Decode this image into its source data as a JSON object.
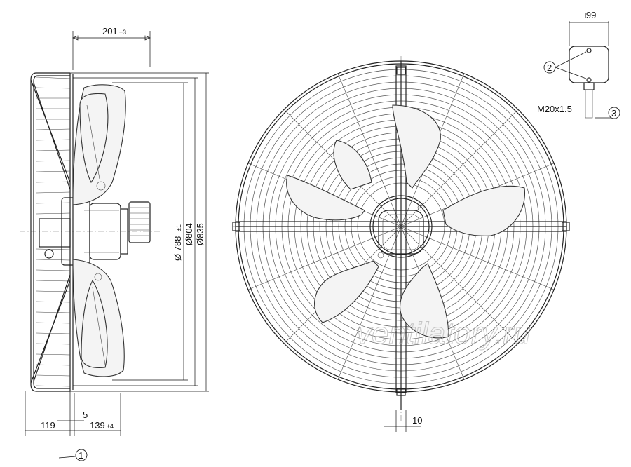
{
  "dimensions": {
    "width_201": {
      "value": "201",
      "tol": "±3"
    },
    "dia_788": {
      "value": "Ø 788",
      "tol": "±1"
    },
    "dia_804": {
      "value": "Ø804"
    },
    "dia_835": {
      "value": "Ø835"
    },
    "dim_5": {
      "value": "5"
    },
    "dim_119": {
      "value": "119"
    },
    "dim_139": {
      "value": "139",
      "tol": "±4"
    },
    "dim_10": {
      "value": "10"
    },
    "box_99": {
      "value": "□99"
    }
  },
  "thread": "M20x1.5",
  "callouts": [
    "1",
    "2",
    "3"
  ],
  "watermark": "ventilatory.ru",
  "colors": {
    "line": "#222222",
    "watermark": "#b5b5b5",
    "background": "#ffffff"
  }
}
